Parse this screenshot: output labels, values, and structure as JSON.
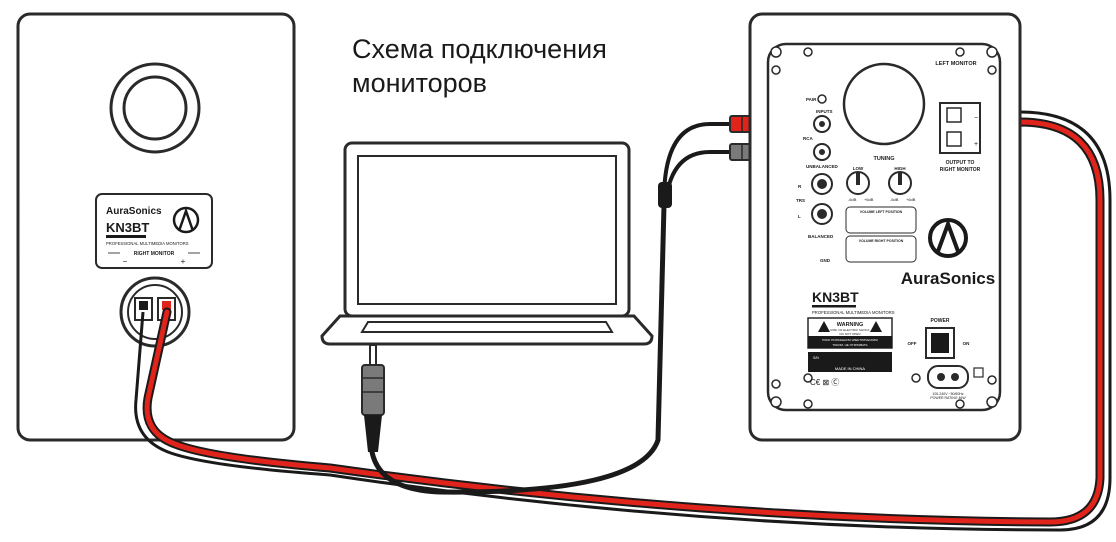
{
  "title": {
    "line1": "Схема подключения",
    "line2": "мониторов"
  },
  "right_speaker": {
    "brand": "AuraSonics",
    "model": "KN3BT",
    "subtitle": "PROFESSIONAL MULTIMEDIA MONITORS",
    "terminal_label": "RIGHT MONITOR",
    "minus": "−",
    "plus": "+"
  },
  "left_speaker": {
    "brand": "AuraSonics",
    "model": "KN3BT",
    "subtitle": "PROFESSIONAL MULTIMEDIA MONITORS",
    "left_monitor_label": "LEFT MONITOR",
    "output_label_1": "OUTPUT TO",
    "output_label_2": "RIGHT MONITOR",
    "pair": "PAIR",
    "inputs": "INPUTS",
    "rca": "RCA",
    "unbalanced": "UNBALANCED",
    "trs": "TRS",
    "balanced": "BALANCED",
    "r": "R",
    "l": "L",
    "tuning": "TUNING",
    "low": "LOW",
    "high": "HIGH",
    "db_minus": "-6dB",
    "db_plus": "+6dB",
    "vol_left_position": "VOLUME LEFT POSITION",
    "vol_right_position": "VOLUME RIGHT POSITION",
    "gnd": "GND",
    "warning": "WARNING",
    "warning_sub1": "RISK OF ELECTRIC SHOCK",
    "warning_sub2": "DO NOT OPEN",
    "warning_ru1": "РИСК ПОРАЖЕНИЯ ЭЛЕКТРИЧЕСКИМ",
    "warning_ru2": "ТОКОМ. НЕ ОТКРЫВАТЬ",
    "sn": "S/N",
    "made_in": "MADE IN CHINA",
    "power": "POWER",
    "off": "OFF",
    "on": "ON",
    "power_spec1": "100-240V ~50/60Hz",
    "power_spec2": "POWER RATING 46W",
    "marks": "C€ ⊠ Ⓒ"
  },
  "colors": {
    "red_cable": "#e0241b",
    "black_cable": "#1a1a1a",
    "outline": "#2a2a2a"
  }
}
